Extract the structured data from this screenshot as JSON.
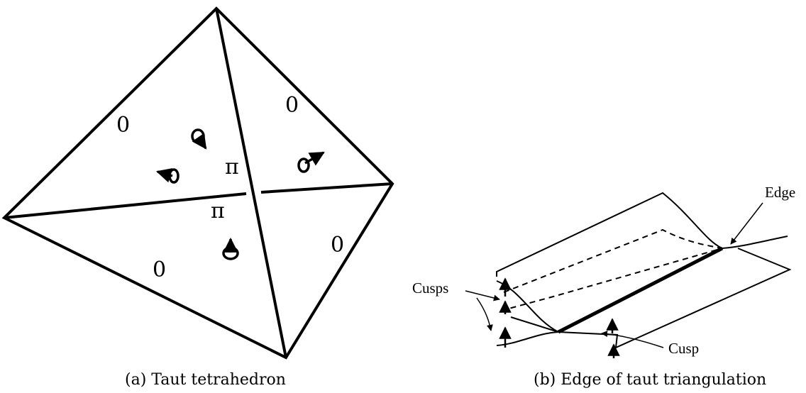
{
  "panel_a": {
    "angle_labels": {
      "top_left": "0",
      "top_right": "0",
      "bottom_left": "0",
      "bottom_right": "0",
      "pi_upper": "π",
      "pi_lower": "π"
    },
    "caption": "(a) Taut tetrahedron"
  },
  "panel_b": {
    "edge_label": "Edge",
    "cusps_label": "Cusps",
    "cusp_label": "Cusp",
    "caption": "(b) Edge of taut triangulation"
  }
}
